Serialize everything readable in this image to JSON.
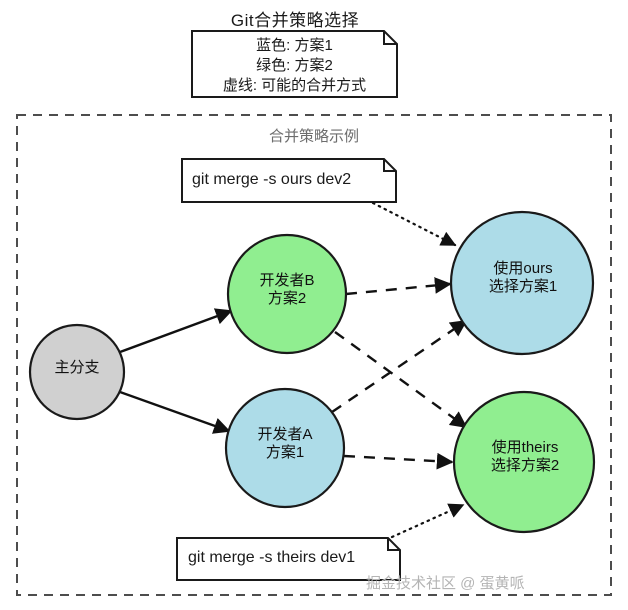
{
  "title": "Git合并策略选择",
  "legend": {
    "lines": [
      "蓝色: 方案1",
      "绿色: 方案2",
      "虚线: 可能的合并方式"
    ],
    "text": "蓝色: 方案1\n绿色: 方案2\n虚线: 可能的合并方式"
  },
  "container": {
    "title": "合并策略示例",
    "border_style": "dashed",
    "border_color": "#4d4d4d"
  },
  "commands": {
    "top": "git merge -s ours dev2",
    "bottom": "git merge -s theirs dev1"
  },
  "nodes": [
    {
      "id": "main",
      "label": "主分支",
      "color": "#d0d0d0",
      "stroke": "#1a1a1a"
    },
    {
      "id": "devb",
      "label": "开发者B\n方案2",
      "color": "#90ee90",
      "stroke": "#1a1a1a"
    },
    {
      "id": "deva",
      "label": "开发者A\n方案1",
      "color": "#addce8",
      "stroke": "#1a1a1a"
    },
    {
      "id": "ours",
      "label": "使用ours\n选择方案1",
      "color": "#addce8",
      "stroke": "#1a1a1a"
    },
    {
      "id": "theirs",
      "label": "使用theirs\n选择方案2",
      "color": "#90ee90",
      "stroke": "#1a1a1a"
    }
  ],
  "node_labels": {
    "main_line1": "主分支",
    "devb_line1": "开发者B",
    "devb_line2": "方案2",
    "deva_line1": "开发者A",
    "deva_line2": "方案1",
    "ours_line1": "使用ours",
    "ours_line2": "选择方案1",
    "theirs_line1": "使用theirs",
    "theirs_line2": "选择方案2"
  },
  "edges": [
    {
      "from": "main",
      "to": "devb",
      "style": "solid"
    },
    {
      "from": "main",
      "to": "deva",
      "style": "solid"
    },
    {
      "from": "devb",
      "to": "ours",
      "style": "dashed"
    },
    {
      "from": "devb",
      "to": "theirs",
      "style": "dashed"
    },
    {
      "from": "deva",
      "to": "ours",
      "style": "dashed"
    },
    {
      "from": "deva",
      "to": "theirs",
      "style": "dashed"
    },
    {
      "from": "cmd-top",
      "to": "ours",
      "style": "dotted"
    },
    {
      "from": "cmd-bottom",
      "to": "theirs",
      "style": "dotted"
    }
  ],
  "watermark": "掘金技术社区 @ 蛋黄哌"
}
